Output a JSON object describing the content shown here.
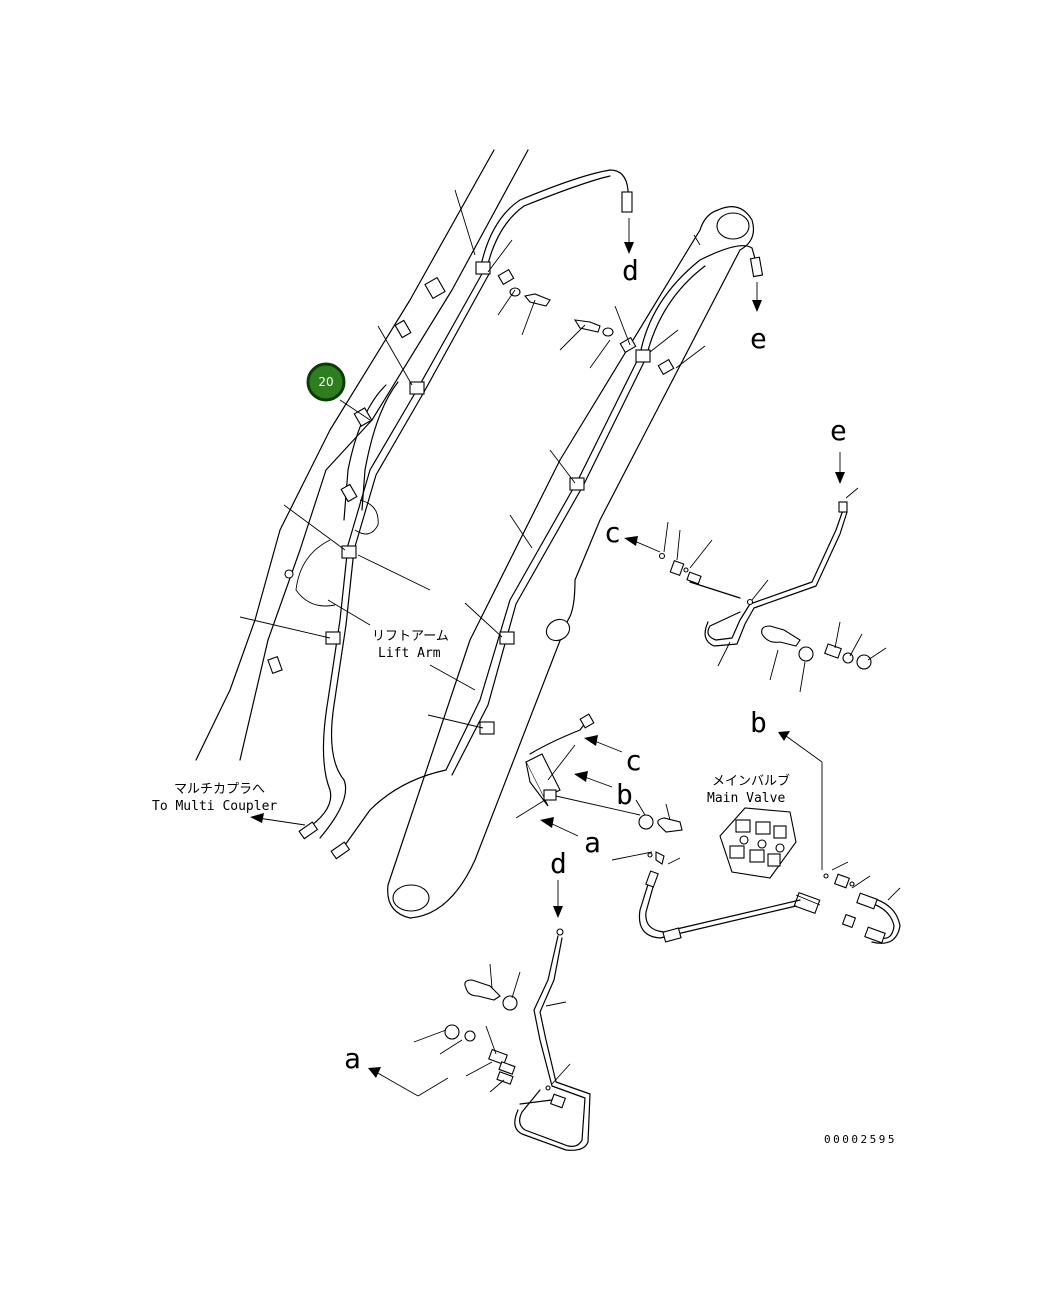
{
  "callout": {
    "number": "20",
    "color": "#2e7d1f"
  },
  "labels": {
    "lift_arm_jp": "リフトアーム",
    "lift_arm_en": "Lift Arm",
    "multi_coupler_jp": "マルチカプラへ",
    "multi_coupler_en": "To Multi Coupler",
    "main_valve_jp": "メインバルブ",
    "main_valve_en": "Main Valve"
  },
  "connection_letters": {
    "d_top": "d",
    "e_top": "e",
    "e_right": "e",
    "c_right": "c",
    "b_right": "b",
    "c_mid": "c",
    "b_mid": "b",
    "a_mid": "a",
    "d_bottom": "d",
    "a_bottom": "a"
  },
  "drawing_number": "00002595"
}
